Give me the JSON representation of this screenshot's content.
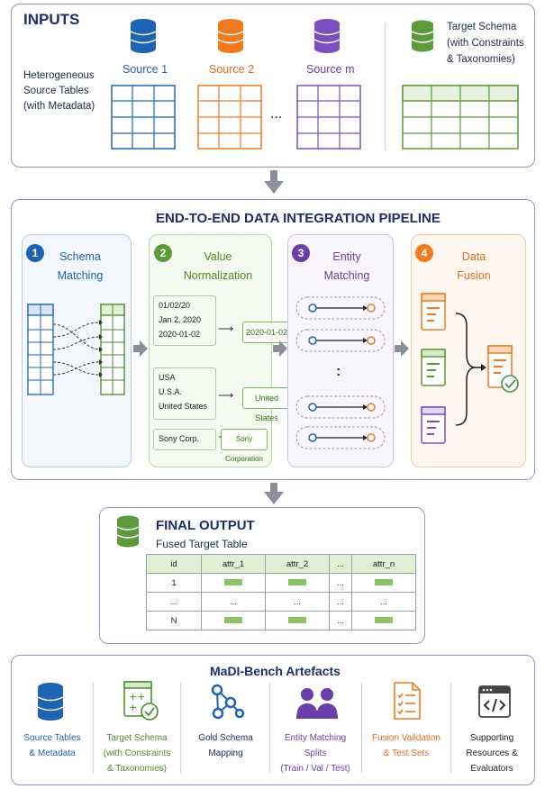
{
  "inputs": {
    "title": "INPUTS",
    "left_label": [
      "Heterogeneous",
      "Source Tables",
      "(with Metadata)"
    ],
    "sources": [
      "Source 1",
      "Source 2",
      "Source m"
    ],
    "ellipsis": "...",
    "target_label": [
      "Target Schema",
      "(with Constraints",
      "& Taxonomies)"
    ],
    "colors": {
      "source1": "#1f63b5",
      "source2": "#f07a20",
      "sourcem": "#7a4fc0",
      "target": "#5d9a3c"
    }
  },
  "pipeline": {
    "title": "END-TO-END DATA INTEGRATION PIPELINE",
    "stages": [
      {
        "num": "1",
        "title": [
          "Schema",
          "Matching"
        ]
      },
      {
        "num": "2",
        "title": [
          "Value",
          "Normalization"
        ]
      },
      {
        "num": "3",
        "title": [
          "Entity",
          "Matching"
        ]
      },
      {
        "num": "4",
        "title": [
          "Data",
          "Fusion"
        ]
      }
    ],
    "normalization": {
      "date_raw": [
        "01/02/20",
        "Jan 2, 2020",
        "2020-01-02"
      ],
      "date_norm": "2020-01-02",
      "country_raw": [
        "USA",
        "U.S.A.",
        "United States"
      ],
      "country_norm": "United States",
      "company_raw": "Sony Corp.",
      "company_norm": "Sony Corporation"
    },
    "entity_dots": ":"
  },
  "output": {
    "title": "FINAL OUTPUT",
    "subtitle": "Fused Target Table",
    "headers": [
      "id",
      "attr_1",
      "attr_2",
      "...",
      "attr_n"
    ],
    "rows": [
      [
        "1",
        "",
        "",
        "...",
        ""
      ],
      [
        "...",
        "...",
        "...",
        "...",
        "..."
      ],
      [
        "N",
        "",
        "",
        "...",
        ""
      ]
    ]
  },
  "artefacts": {
    "title": "MaDI-Bench Artefacts",
    "items": [
      {
        "icon": "database-icon",
        "lines": [
          "Source Tables",
          "& Metadata"
        ]
      },
      {
        "icon": "schema-check-icon",
        "lines": [
          "Target Schema",
          "(with Constraints",
          "& Taxonomies)"
        ]
      },
      {
        "icon": "graph-mapping-icon",
        "lines": [
          "Gold Schema",
          "Mapping"
        ]
      },
      {
        "icon": "people-icon",
        "lines": [
          "Entity Matching",
          "Splits",
          "(Train / Val / Test)"
        ]
      },
      {
        "icon": "checklist-icon",
        "lines": [
          "Fusion Validation",
          "& Test Sets"
        ]
      },
      {
        "icon": "code-window-icon",
        "lines": [
          "Supporting",
          "Resources &",
          "Evaluators"
        ]
      }
    ]
  }
}
